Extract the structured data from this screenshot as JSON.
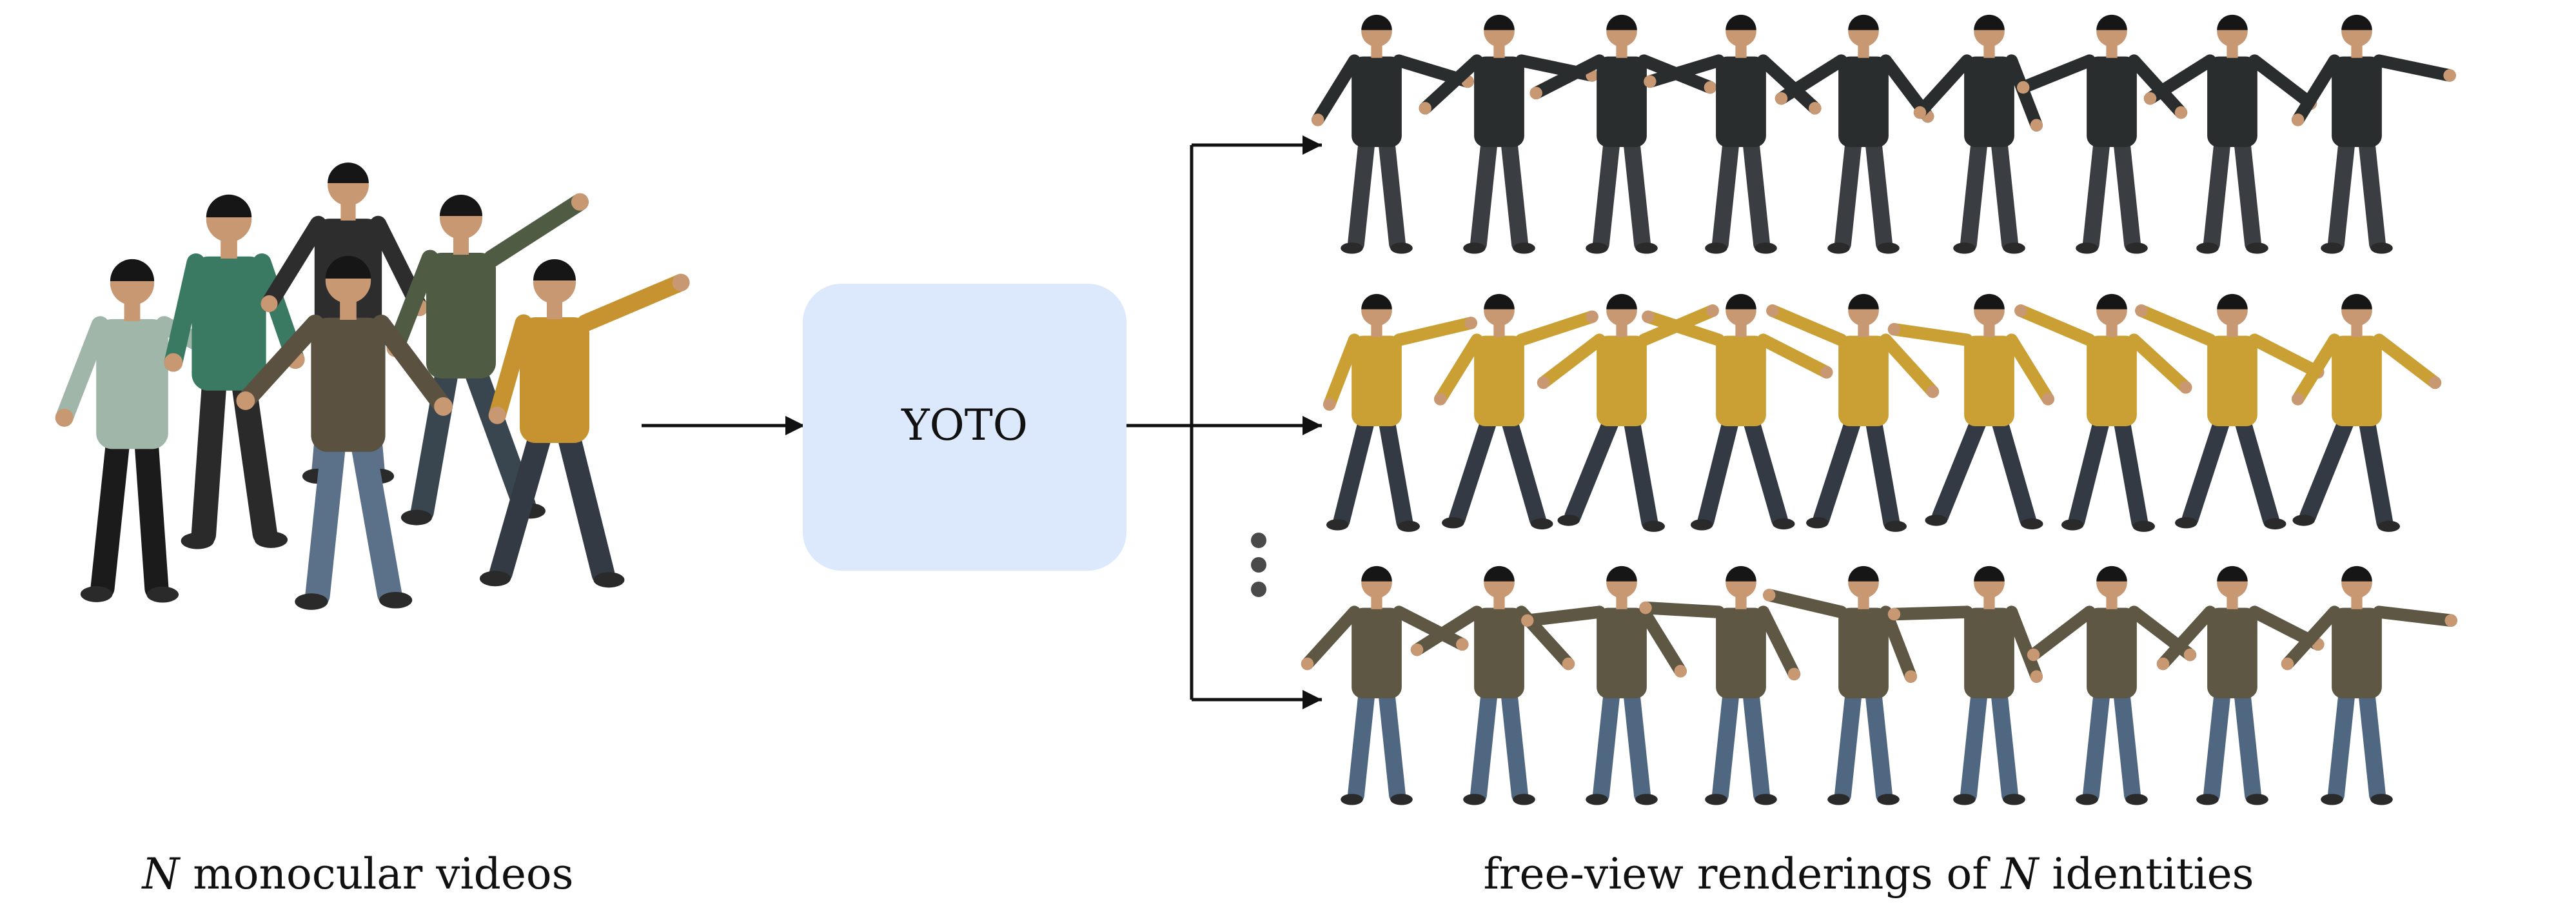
{
  "diagram": {
    "method_box": {
      "label": "YOTO",
      "fill": "#dce8fb"
    },
    "input_caption": {
      "var": "N",
      "text": " monocular videos"
    },
    "output_caption": {
      "prefix": "free-view renderings of ",
      "var": "N",
      "suffix": " identities"
    },
    "ellipsis": "vertical-ellipsis-icon",
    "colors": {
      "arrow": "#111111",
      "dot": "#4a4a4a",
      "skin": "#c89873",
      "hair": "#161616",
      "shoe": "#2a2a2a"
    },
    "input_people": [
      {
        "shirt": "#9fb6a8",
        "pants": "#1b1b1b"
      },
      {
        "shirt": "#3b7a62",
        "pants": "#2a2a2a"
      },
      {
        "shirt": "#2d2d2d",
        "pants": "#5d7087"
      },
      {
        "shirt": "#4f5b43",
        "pants": "#39454f"
      },
      {
        "shirt": "#5a5140",
        "pants": "#5b7089"
      },
      {
        "shirt": "#c69330",
        "pants": "#333a44"
      }
    ],
    "identities": [
      {
        "shirt": "#2a2d2e",
        "pants": "#3a3d42"
      },
      {
        "shirt": "#caa035",
        "pants": "#333a44"
      },
      {
        "shirt": "#5d5743",
        "pants": "#4f6780"
      }
    ]
  }
}
